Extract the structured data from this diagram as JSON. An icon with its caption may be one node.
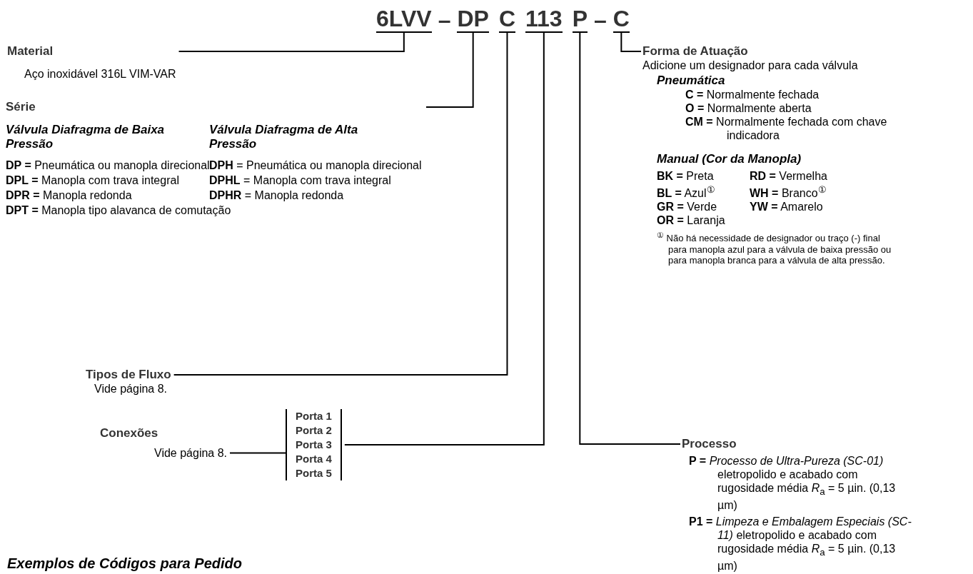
{
  "diagram": {
    "nodes": [
      {
        "text": [
          "6LVV"
        ]
      },
      {
        "text": [
          "DP"
        ]
      },
      {
        "text": [
          "C"
        ]
      },
      {
        "text": [
          "113"
        ]
      },
      {
        "text": [
          "P"
        ]
      },
      {
        "text": [
          "C"
        ]
      },
      {
        "text": [
          "Material",
          "Aço inoxidável 316L VIM-VAR"
        ]
      },
      {
        "text": [
          "Série",
          "Válvula Diafragma de Baixa Pressão",
          "**DP =** Pneumática ou manopla direcional",
          "**DPL =** Manopla com trava integral",
          "**DPR =** Manopla redonda",
          "**DPT =** Manopla tipo alavanca de comutação",
          "Válvula Diafragma de Alta Pressão",
          "**DPH** = Pneumática ou manopla direcional",
          "**DPHL** = Manopla com trava integral",
          "**DPHR** = Manopla redonda"
        ]
      },
      {
        "text": [
          "Tipos de Fluxo",
          "Vide página 8."
        ]
      },
      {
        "text": [
          "Conexões",
          "Vide página 8."
        ]
      },
      {
        "text": [
          "Porta 1",
          "Porta 2",
          "Porta 3",
          "Porta 4",
          "Porta 5"
        ]
      },
      {
        "text": [
          "Forma de Atuação",
          "Adicione um designador para cada válvula",
          "Pneumática",
          "**C =** Normalmente fechada",
          "**O =** Normalmente aberta",
          "**CM =** Normalmente fechada com chave indicadora",
          "Manual (Cor da Manopla)",
          "**BK =** Preta",
          "**RD =** Vermelha",
          "**BL =** Azul$^{①}$",
          "**WH =** Branco$^{①}$",
          "**GR =** Verde",
          "**YW =** Amarelo",
          "**OR =** Laranja",
          "$^{①}$ Não há necessidade de designador ou traço (-) final para manopla azul para a válvula de baixa pressão ou para manopla branca para a válvula de alta pressão."
        ]
      },
      {
        "text": [
          "Processo",
          "**P =** *Processo de Ultra-Pureza (SC-01)* eletropolido e acabado com rugosidade média *R*$_{a}$ = 5 µin. (0,13 µm)",
          "**P1 =** *Limpeza e Embalagem Especiais (SC-11)* eletropolido e acabado com rugosidade média *R*$_{a}$ = 5 µin. (0,13 µm)"
        ]
      }
    ],
    "edges": [
      {
        "from": 0,
        "to": 6,
        "arrow": "none"
      },
      {
        "from": 1,
        "to": 7,
        "arrow": "none"
      },
      {
        "from": 2,
        "to": 8,
        "arrow": "none"
      },
      {
        "from": 3,
        "to": 10,
        "arrow": "none"
      },
      {
        "from": 10,
        "to": 9,
        "arrow": "none"
      },
      {
        "from": 4,
        "to": 12,
        "arrow": "none"
      },
      {
        "from": 5,
        "to": 11,
        "arrow": "none"
      }
    ],
    "labels": [
      "–",
      "–",
      "Exemplos de Códigos para Pedido"
    ]
  }
}
